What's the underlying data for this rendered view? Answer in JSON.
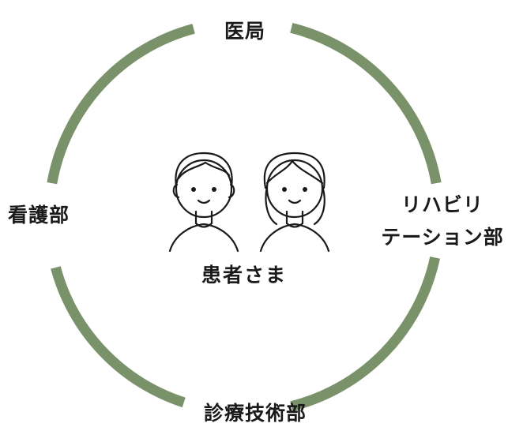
{
  "diagram": {
    "nodes": {
      "top": "医局",
      "left": "看護部",
      "right_line1": "リハビリ",
      "right_line2": "テーション部",
      "bottom": "診療技術部",
      "center": "患者さま"
    },
    "colors": {
      "ring": "#7a926a",
      "line_art": "#1a1a1a",
      "text": "#1a1a1a"
    },
    "icons": [
      "male-patient-icon",
      "female-patient-icon"
    ]
  }
}
